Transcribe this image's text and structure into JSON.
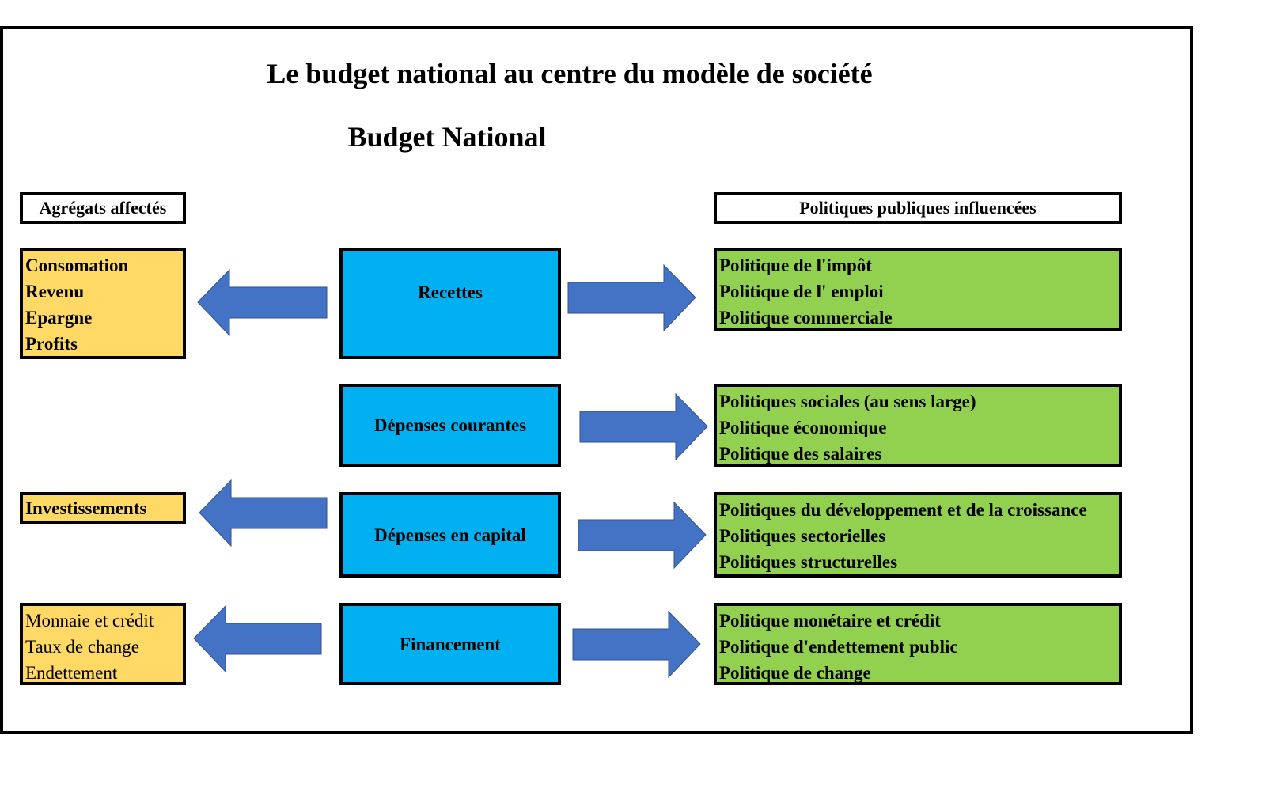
{
  "title": "Le budget national au centre du modèle de société",
  "subtitle": "Budget National",
  "headers": {
    "left": "Agrégats affectés",
    "right": "Politiques publiques influencées"
  },
  "aggregates": [
    {
      "lines": [
        "Consomation",
        "Revenu",
        "Epargne",
        "Profits"
      ]
    },
    {
      "lines": [
        "Investissements"
      ]
    },
    {
      "lines": [
        "Monnaie et crédit",
        "Taux de change",
        "Endettement"
      ]
    }
  ],
  "centers": [
    {
      "label": "Recettes"
    },
    {
      "label": "Dépenses courantes"
    },
    {
      "label": "Dépenses en capital"
    },
    {
      "label": "Financement"
    }
  ],
  "policies": [
    {
      "lines": [
        "Politique de l'impôt",
        "Politique de l' emploi",
        "Politique commerciale"
      ]
    },
    {
      "lines": [
        "Politiques sociales (au sens large)",
        "Politique économique",
        "Politique des salaires"
      ]
    },
    {
      "lines": [
        "Politiques du développement et de la croissance",
        "Politiques sectorielles",
        "Politiques structurelles"
      ]
    },
    {
      "lines": [
        "Politique monétaire et crédit",
        "Politique d'endettement public",
        "Politique de change"
      ]
    }
  ],
  "colors": {
    "aggregate_fill": "#ffd966",
    "center_fill": "#00b0f0",
    "policy_fill": "#92d050",
    "arrow_fill": "#4472c4"
  }
}
